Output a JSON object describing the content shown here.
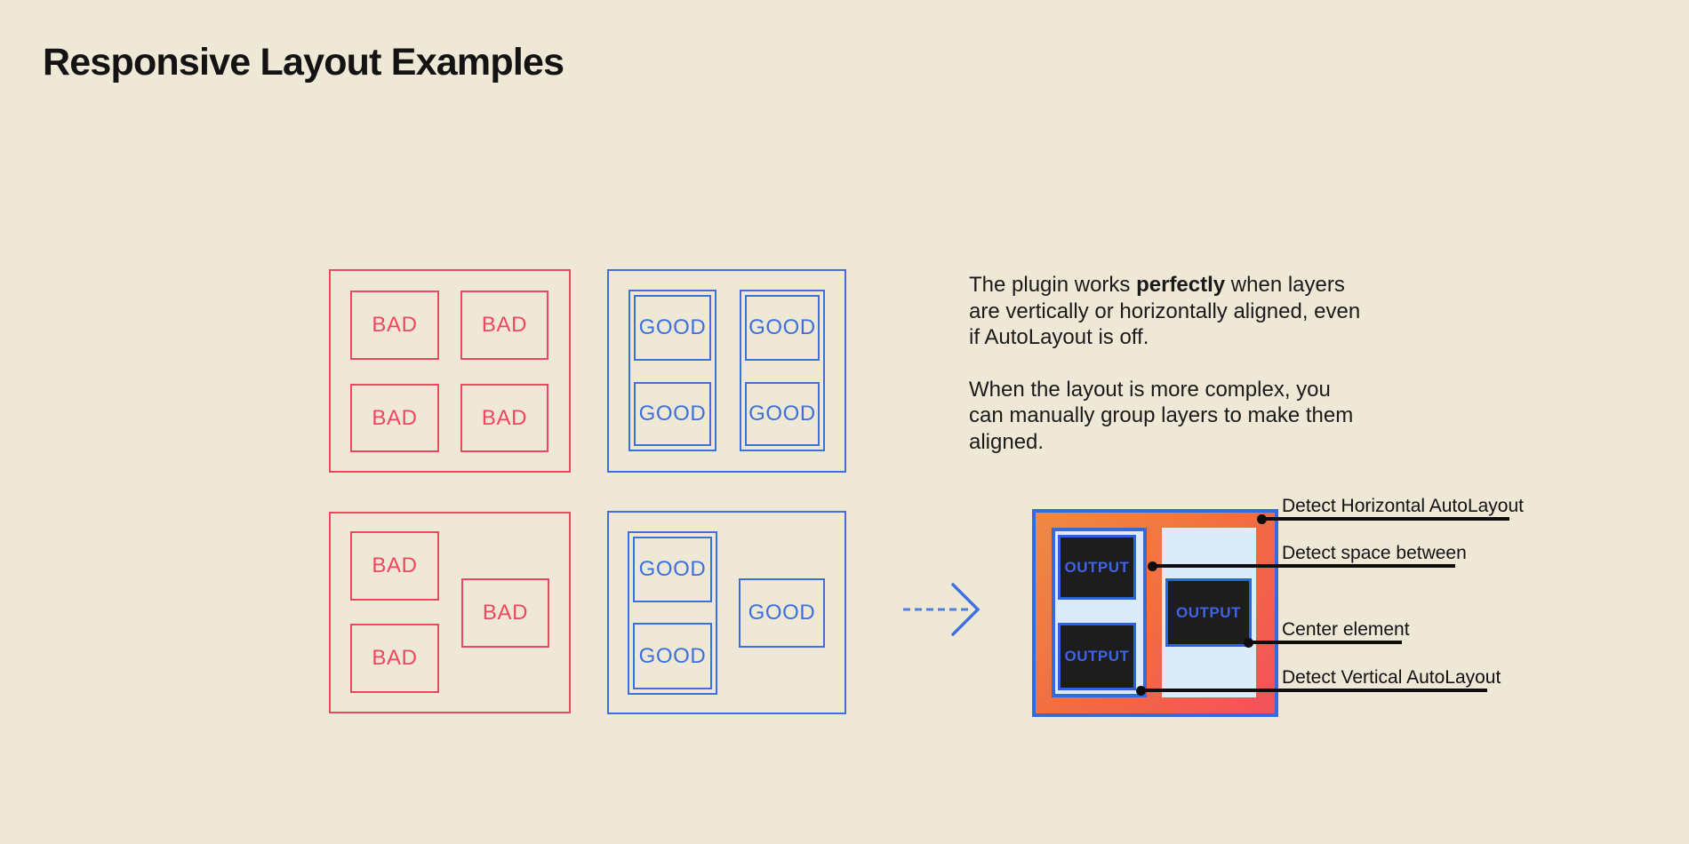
{
  "title": "Responsive Layout Examples",
  "labels": {
    "bad": "BAD",
    "good": "GOOD",
    "output": "OUTPUT"
  },
  "description": {
    "p1_before": "The plugin works ",
    "p1_bold": "perfectly",
    "p1_after": " when layers are vertically or horizontally aligned, even if AutoLayout is off.",
    "p2": "When the layout is more complex, you can manually group layers to make them aligned."
  },
  "annotations": [
    {
      "label": "Detect Horizontal AutoLayout"
    },
    {
      "label": "Detect space between"
    },
    {
      "label": "Center element"
    },
    {
      "label": "Detect Vertical AutoLayout"
    }
  ],
  "colors": {
    "background": "#efe8d6",
    "bad_red": "#ee4760",
    "good_blue": "#3b70dd",
    "text": "#1a1a1a",
    "panel_light_blue": "#dcebfa",
    "output_box_dark": "#1d1d1d",
    "output_text_blue": "#3f62e8",
    "gradient_orange": "#f08a41",
    "gradient_red": "#f4505b",
    "annotation_black": "#0e0e0e"
  }
}
